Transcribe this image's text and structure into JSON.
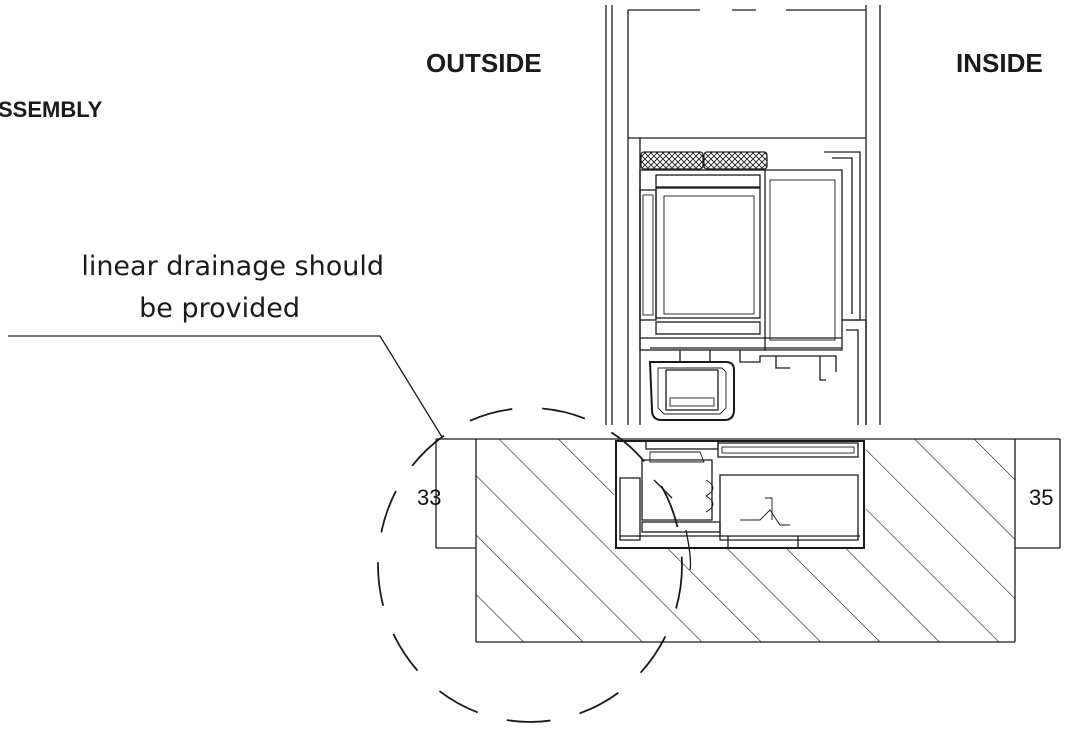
{
  "labels": {
    "outside": "OUTSIDE",
    "inside": "INSIDE",
    "assembly_fragment": "SSEMBLY",
    "note_line1": "linear drainage should",
    "note_line2": "be provided"
  },
  "dimensions": {
    "left": "33",
    "right": "35"
  },
  "colors": {
    "ink": "#1a1a1a",
    "background": "#ffffff"
  }
}
